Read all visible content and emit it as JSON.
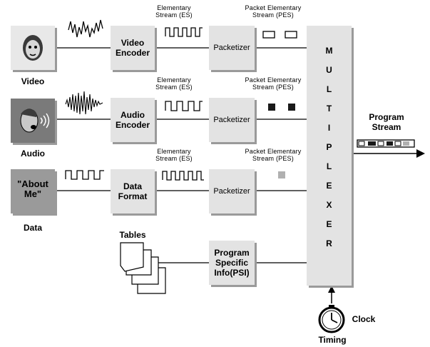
{
  "inputs": {
    "video": {
      "caption": "Video",
      "encoder": "Video Encoder"
    },
    "audio": {
      "caption": "Audio",
      "encoder": "Audio Encoder"
    },
    "data": {
      "caption": "Data",
      "box_text": "\"About Me\"",
      "encoder": "Data Format"
    }
  },
  "es_label": "Elementary Stream (ES)",
  "pes_label": "Packet Elementary Stream (PES)",
  "packetizer_label": "Packetizer",
  "tables_label": "Tables",
  "psi_label": "Program Specific Info(PSI)",
  "multiplexer_letters": [
    "M",
    "U",
    "L",
    "T",
    "I",
    "P",
    "L",
    "E",
    "X",
    "E",
    "R"
  ],
  "output_label": "Program Stream",
  "clock_label": "Clock",
  "timing_label": "Timing",
  "colors": {
    "box": "#e3e3e3",
    "shadow": "#9a9a9a",
    "dark_packet": "#1a1a1a",
    "light_packet": "#b0b0b0"
  }
}
